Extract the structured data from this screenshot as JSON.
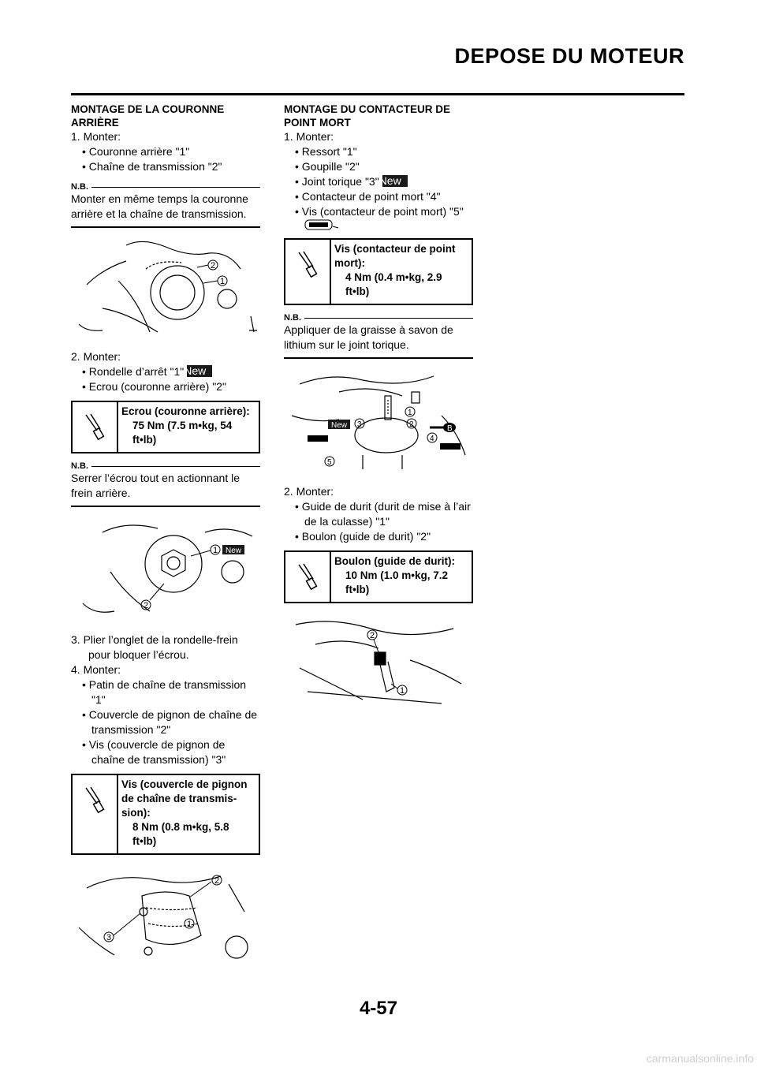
{
  "header": {
    "title": "DEPOSE DU MOTEUR"
  },
  "left": {
    "section1": {
      "title_line1": "MONTAGE DE LA COURONNE",
      "title_line2": "ARRIÈRE",
      "step1": "1.  Monter:",
      "bullets": [
        "• Couronne arrière \"1\"",
        "• Chaîne de transmission \"2\""
      ],
      "nb_label": "N.B.",
      "nb_text": "Monter en même temps la couronne arrière et la chaîne de transmission."
    },
    "section2": {
      "step2": "2.  Monter:",
      "bullet1": "• Rondelle d’arrêt \"1\"",
      "new_label": "New",
      "bullet2": "• Ecrou (couronne arrière) \"2\"",
      "torque_title": "Ecrou (couronne arrière):",
      "torque_value_line1": "75 Nm (7.5 m•kg, 54",
      "torque_value_line2": "ft•lb)",
      "nb_label": "N.B.",
      "nb_text": "Serrer l’écrou tout en actionnant le frein arrière."
    },
    "section3": {
      "step3": "3.  Plier l’onglet de la rondelle-frein",
      "step3_cont": "pour bloquer l’écrou.",
      "step4": "4.  Monter:",
      "bullets": [
        "• Patin de chaîne de transmission \"1\"",
        "• Couvercle de pignon de chaîne de transmission \"2\"",
        "• Vis (couvercle de pignon de chaîne de transmission) \"3\""
      ],
      "torque_title_line1": "Vis (couvercle de pignon",
      "torque_title_line2": "de chaîne de transmis-",
      "torque_title_line3": "sion):",
      "torque_value_line1": "8 Nm (0.8 m•kg, 5.8",
      "torque_value_line2": "ft•lb)"
    }
  },
  "right": {
    "section1": {
      "title_line1": "MONTAGE DU CONTACTEUR DE",
      "title_line2": "POINT MORT",
      "step1": "1.  Monter:",
      "bullet1": "• Ressort \"1\"",
      "bullet2": "• Goupille \"2\"",
      "bullet3": "• Joint torique \"3\"",
      "new_label": "New",
      "bullet4": "• Contacteur de point mort \"4\"",
      "bullet5": "• Vis (contacteur de point mort) \"5\"",
      "torque_title_line1": "Vis (contacteur de point",
      "torque_title_line2": "mort):",
      "torque_value_line1": "4 Nm (0.4 m•kg, 2.9",
      "torque_value_line2": "ft•lb)",
      "nb_label": "N.B.",
      "nb_text": "Appliquer de la graisse à savon de lithium sur le joint torique."
    },
    "section2": {
      "step2": "2.  Monter:",
      "bullets": [
        "• Guide de durit (durit de mise à l’air de la culasse) \"1\"",
        "• Boulon (guide de durit) \"2\""
      ],
      "torque_title": "Boulon (guide de durit):",
      "torque_value_line1": "10 Nm (1.0 m•kg, 7.2",
      "torque_value_line2": "ft•lb)"
    }
  },
  "footer": {
    "page_number": "4-57",
    "watermark": "carmanualsonline.info"
  },
  "figures": {
    "fig1_callouts": [
      "1",
      "2"
    ],
    "fig2_callouts": [
      "1",
      "2"
    ],
    "fig2_new": "New",
    "fig3_callouts": [
      "1",
      "2",
      "3"
    ],
    "fig4_callouts": [
      "1",
      "2",
      "3",
      "4",
      "5"
    ],
    "fig4_new": "New",
    "fig4_b": "B",
    "fig5_callouts": [
      "1",
      "2"
    ]
  }
}
